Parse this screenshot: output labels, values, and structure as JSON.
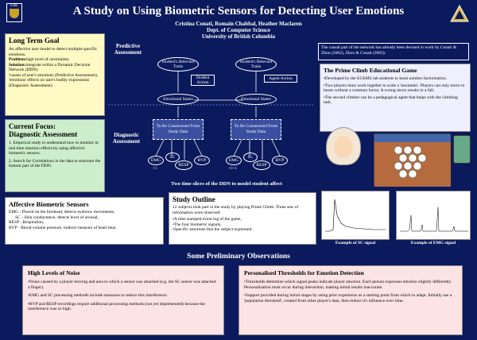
{
  "header": {
    "title": "A Study on Using Biometric Sensors for Detecting User Emotions",
    "authors": "Cristina Conati, Romain Chabbal, Heather Maclaren",
    "dept": "Dept. of Computer Science",
    "univ": "University of British Columbia",
    "logo_left": "UBC"
  },
  "long_term_goal": {
    "heading": "Long Term Goal",
    "line1": "An affective user model to detect multiple specific emotions.",
    "problem_label": "Problem:",
    "problem": "high level of uncertainty.",
    "solution_label": "Solution:",
    "solution": "integrate within a Dynamic Decision Network (DDN):",
    "cause": "'causes of user's emotions (Predictive Assessment),",
    "effects": "'emotions' effects on user's bodily expressions (Diagnostic Assessment)."
  },
  "current_focus": {
    "heading1": "Current Focus:",
    "heading2": "Diagnostic Assessment",
    "item1": "1. Empirical study to understand how to monitor in real time emotion effects by using affective biometric sensors.",
    "item2": "2. Search for Correlations in the data to structure the bottom part of the DDN."
  },
  "sensors": {
    "heading": "Affective Biometric Sensors",
    "emg": "EMG - Placed on the forehead, detects eyebrow movements,",
    "sc": "SC - Skin conductance, detects level of arousal,",
    "resp": "RESP - Respiration,",
    "bvp": "BVP - Blood volume pressure, indirect measure of heart beat."
  },
  "ddn": {
    "predictive": "Predictive Assessment",
    "diagnostic": "Diagnostic Assessment",
    "traits": "Student's Relevant Traits",
    "student_action": "Student Action",
    "agent_action": "Agent Action",
    "emotional_states": "Emotional States",
    "to_be_constructed": "To Be Constructed From Study Data",
    "emg": "EMG",
    "sc": "SC",
    "resp": "RESP",
    "bvp": "BVP",
    "ti": "t i",
    "ti1": "t i+1",
    "caption": "Two time slices of the DDN to model student affect"
  },
  "network_note": "The causal part of the network has already been devised in work by Conati & Zhou (2002), Zhou & Conati (2003).",
  "prime_climb": {
    "heading": "The Prime Climb Educational Game",
    "b1": "•Developed by the EGEMS lab students to learn number factorization.",
    "b2": "•Two players must work together to scale a 'mountain'. Players can only move to hexes without a common factor. A wrong move results in a fall.",
    "b3": "•The second climber can be a pedagogical agent that helps with the climbing task."
  },
  "study": {
    "heading": "Study Outline",
    "intro": "12 subjects took part in the study by playing Prime Climb. Three sets of information were observed:",
    "b1": "•A time stamped event log of the game,",
    "b2": "•The four biometric signals,",
    "b3": "•Specific emotions that the subject expressed."
  },
  "examples": {
    "sc": "Example of SC signal",
    "emg": "Example of EMG signal"
  },
  "prelim": {
    "heading": "Some Preliminary Observations"
  },
  "noise": {
    "heading": "High Levels of Noise",
    "b1": "•Noise caused by a player moving and area to which a sensor was attached (e.g. the SC sensor was attached a finger).",
    "b2": "•EMG and SC processing methods include measures to reduce this interference.",
    "b3": "•BVP and RESP recordings require additional processing methods (not yet implemented) because the interference was so high."
  },
  "thresholds": {
    "heading": "Personalised Thresholds for Emotion Detection",
    "b1": "•Thresholds determine which signal peaks indicate player emotion. Each person expresses emotion slightly differently. Personalisation must occur during interaction, making initial results inaccurate.",
    "b2": "•Support provided during initial stages by using prior experience as a starting point from which to adapt. Initially use a 'population threshold', created from other player's data, then reduce it's influence over time."
  },
  "colors": {
    "bg": "#0b1a5c",
    "green": "#cdeecb",
    "yellow": "#fff9c4",
    "pink": "#fde4e4"
  }
}
